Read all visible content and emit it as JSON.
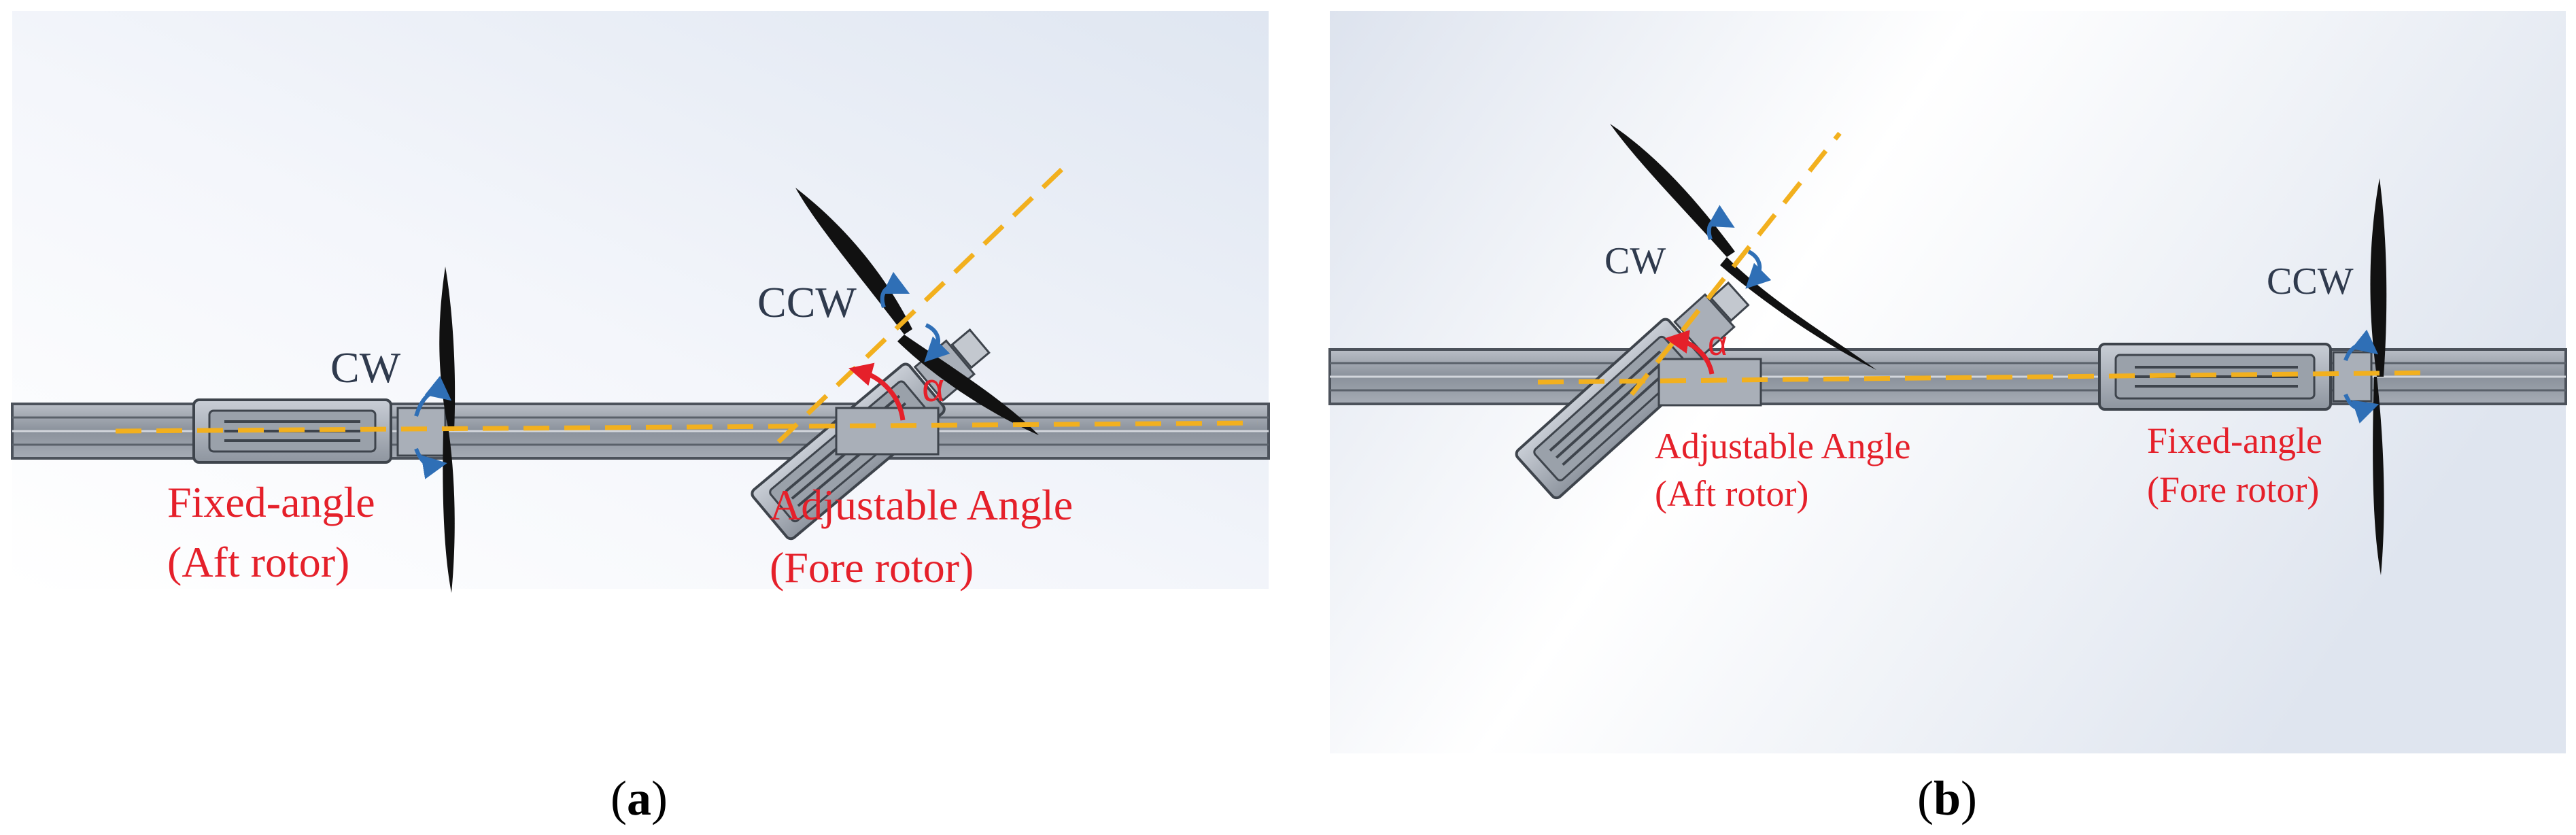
{
  "colors": {
    "label_red": "#e5202a",
    "rotation_label": "#2f3a4d",
    "axis_yellow": "#f2b01e",
    "arrow_blue": "#2f6fb6",
    "structure_grey": "#8f969f",
    "blade_black": "#111111"
  },
  "panel_a": {
    "caption_letter": "a",
    "aft_rotation": "CW",
    "fore_rotation": "CCW",
    "fixed_label_line1": "Fixed-angle",
    "fixed_label_line2": "(Aft rotor)",
    "adjustable_label_line1": "Adjustable Angle",
    "adjustable_label_line2": "(Fore rotor)",
    "angle_symbol": "α"
  },
  "panel_b": {
    "caption_letter": "b",
    "aft_rotation": "CW",
    "fore_rotation": "CCW",
    "adjustable_label_line1": "Adjustable Angle",
    "adjustable_label_line2": "(Aft rotor)",
    "fixed_label_line1": "Fixed-angle",
    "fixed_label_line2": "(Fore rotor)",
    "angle_symbol": "α"
  }
}
